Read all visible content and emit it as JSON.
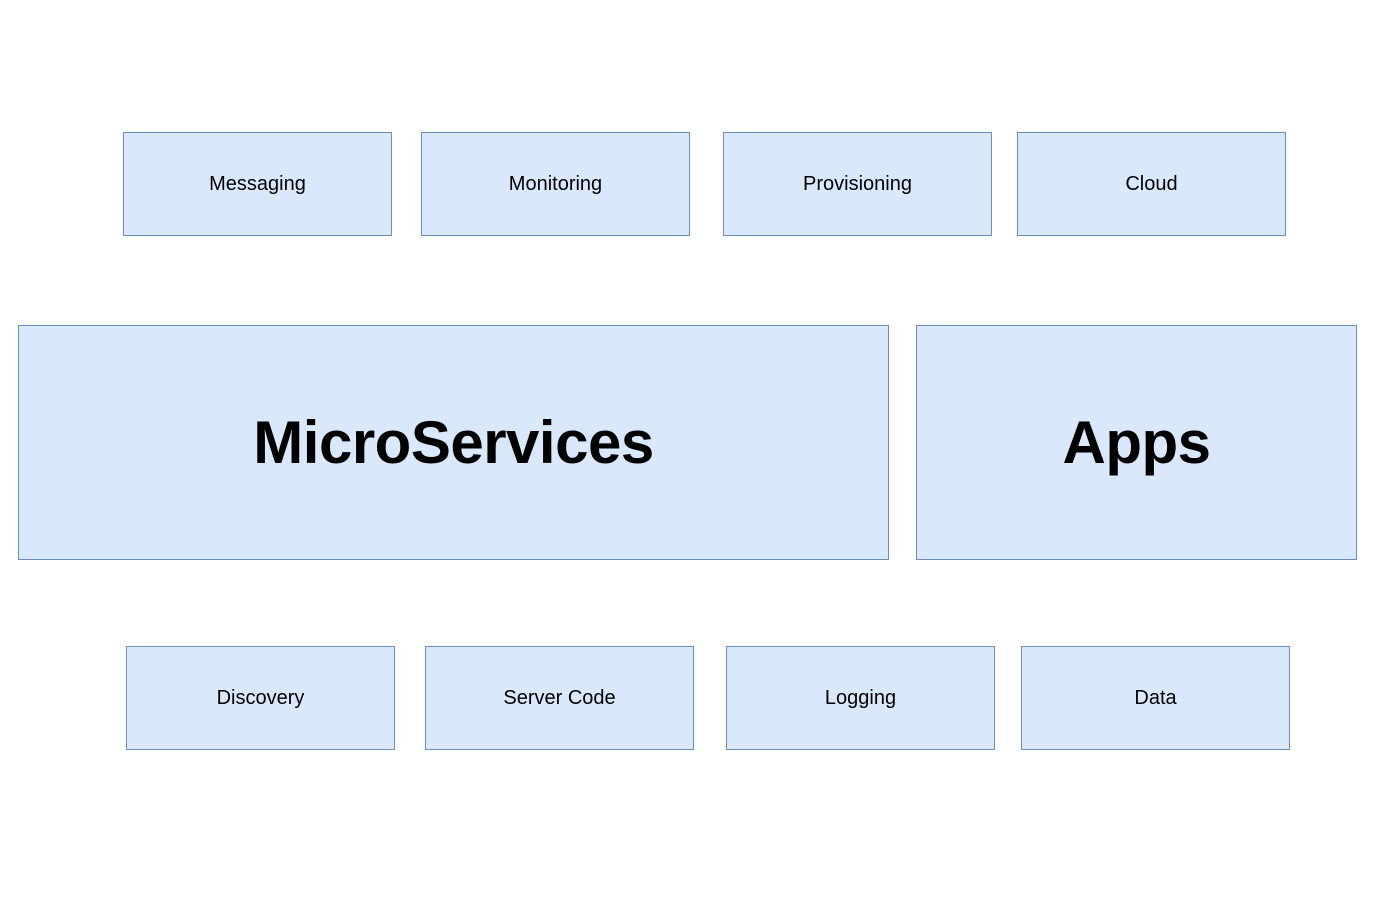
{
  "top_row": [
    "Messaging",
    "Monitoring",
    "Provisioning",
    "Cloud"
  ],
  "middle_row": [
    "MicroServices",
    "Apps"
  ],
  "bottom_row": [
    "Discovery",
    "Server Code",
    "Logging",
    "Data"
  ],
  "colors": {
    "box_fill": "#dae8fc",
    "box_border": "#6c8ebf",
    "text": "#000000",
    "background": "#ffffff"
  }
}
